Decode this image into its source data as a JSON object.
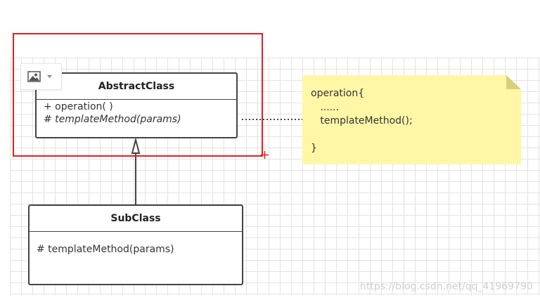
{
  "diagram": {
    "abstract_class": {
      "title": "AbstractClass",
      "members": [
        {
          "text": "+  operation( )",
          "italic": false
        },
        {
          "text": "#  templateMethod(params)",
          "italic": true
        }
      ]
    },
    "sub_class": {
      "title": "SubClass",
      "members": [
        {
          "text": "# templateMethod(params)",
          "italic": false
        }
      ]
    },
    "note": {
      "lines": [
        "operation{",
        "   ......",
        "   templateMethod();",
        "",
        "}"
      ]
    }
  },
  "toolbar": {
    "image_tool_icon": "image-icon",
    "dropdown_icon": "caret-down-icon"
  },
  "colors": {
    "selection": "#e02020",
    "note_background": "#fff7a6",
    "grid_line": "#e3e3e3",
    "class_border": "#444444"
  },
  "watermark": "https://blog.csdn.net/qq_41969790"
}
